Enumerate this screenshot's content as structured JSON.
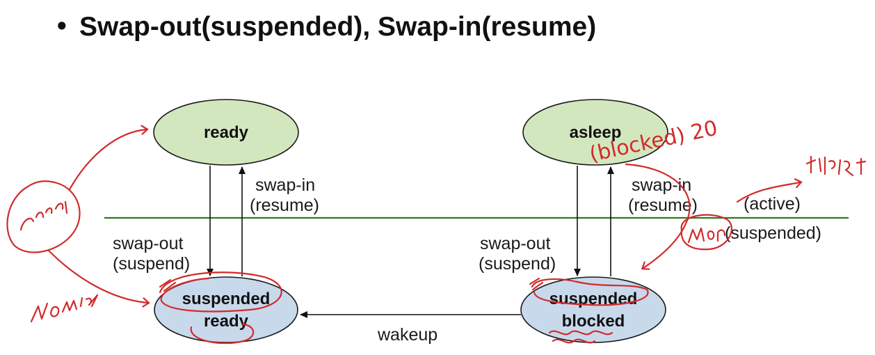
{
  "slide": {
    "bullet": "•",
    "title": "Swap-out(suspended), Swap-in(resume)"
  },
  "states": {
    "ready": "ready",
    "asleep": "asleep",
    "suspended_ready": [
      "suspended",
      "ready"
    ],
    "suspended_blocked": [
      "suspended",
      "blocked"
    ]
  },
  "edges": {
    "swap_in_left": [
      "swap-in",
      "(resume)"
    ],
    "swap_out_left": [
      "swap-out",
      "(suspend)"
    ],
    "swap_in_right": [
      "swap-in",
      "(resume)"
    ],
    "swap_out_right": [
      "swap-out",
      "(suspend)"
    ],
    "wakeup": "wakeup"
  },
  "regions": {
    "active": "(active)",
    "suspended": "(suspended)"
  },
  "colors": {
    "ready_fill": "#d3e7bf",
    "suspended_fill": "#c9d9ec",
    "divider": "#2f7a1e",
    "ink": "#d22a2a"
  }
}
